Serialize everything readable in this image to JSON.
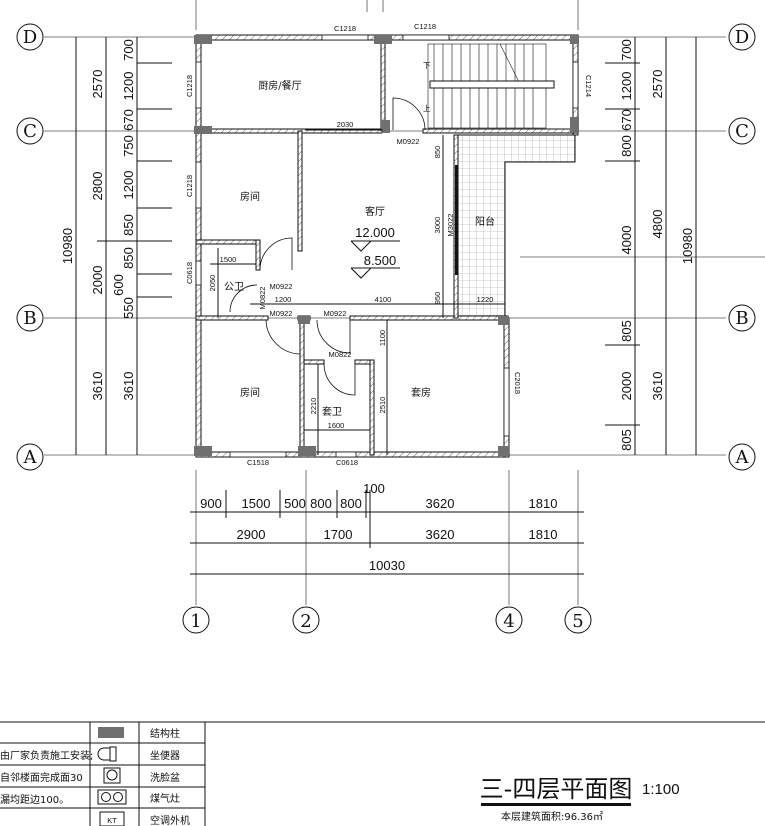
{
  "axes": {
    "D": "D",
    "C": "C",
    "B": "B",
    "A": "A",
    "n1": "1",
    "n2": "2",
    "n4": "4",
    "n5": "5"
  },
  "left_dims": {
    "outer": "10980",
    "mid": [
      "2570",
      "2800",
      "2000",
      "3610"
    ],
    "inner": [
      "700",
      "1200",
      "670",
      "750",
      "1200",
      "850",
      "850",
      "600",
      "550",
      "3610"
    ]
  },
  "right_dims": {
    "inner": [
      "700",
      "1200",
      "670",
      "800",
      "4000",
      "805",
      "2000",
      "805"
    ],
    "mid": [
      "2570",
      "4800",
      "3610"
    ],
    "outer": "10980"
  },
  "bottom_dims": {
    "row1": [
      "900",
      "1500",
      "500",
      "800",
      "800",
      "100",
      "3620",
      "1810"
    ],
    "row2": [
      "2900",
      "1700",
      "3620",
      "1810"
    ],
    "total": "10030"
  },
  "rooms": {
    "kitchen": "厨房/餐厅",
    "bedroom1": "房间",
    "living": "客厅",
    "elev1": "12.000",
    "elev2": "8.500",
    "balcony": "阳台",
    "public_wc": "公卫",
    "bedroom2": "房间",
    "suite_wc": "套卫",
    "suite": "套房",
    "stair_down": "下",
    "stair_up": "上"
  },
  "windows": {
    "top1": "C1218",
    "top2": "C1218",
    "left1": "C1218",
    "left2": "C1218",
    "right1": "C1214",
    "left3": "C0618",
    "right2": "C2018",
    "bottom1": "C1518",
    "bottom2": "C0618"
  },
  "doors": {
    "stair": "M0922",
    "wc1": "M0922",
    "wc2": "M0922",
    "bed": "M0922",
    "suite_wc": "M0822",
    "wc_side": "M0822",
    "balcony": "M3022"
  },
  "inner_dims": {
    "d2030": "2030",
    "d850": "850",
    "d3000": "3000",
    "d950": "950",
    "d1500": "1500",
    "d2050": "2050",
    "d1200": "1200",
    "d4100": "4100",
    "d1220": "1220",
    "d1100": "1100",
    "d2210": "2210",
    "d2510": "2510",
    "d1600": "1600"
  },
  "legend": {
    "notes": [
      "",
      "由厂家负责施工安装;",
      "自邻楼面完成面30",
      "漏均距边100。",
      ""
    ],
    "items": [
      "结构柱",
      "坐便器",
      "洗脸盆",
      "煤气灶",
      "空调外机"
    ],
    "ac_tag": "KT"
  },
  "title": {
    "main": "三-四层平面图",
    "scale": "1:100",
    "area": "本层建筑面积:96.36㎡"
  }
}
